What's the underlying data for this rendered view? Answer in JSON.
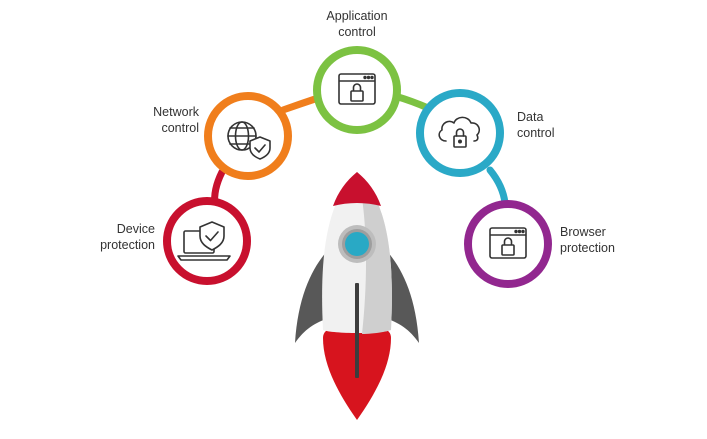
{
  "nodes": [
    {
      "id": "device",
      "label": [
        "Device",
        "protection"
      ],
      "color": "#c8102e",
      "icon": "laptop-shield-icon"
    },
    {
      "id": "network",
      "label": [
        "Network",
        "control"
      ],
      "color": "#f07e1c",
      "icon": "globe-shield-icon"
    },
    {
      "id": "application",
      "label": [
        "Application",
        "control"
      ],
      "color": "#7cc242",
      "icon": "window-lock-icon"
    },
    {
      "id": "data",
      "label": [
        "Data",
        "control"
      ],
      "color": "#2aa9c7",
      "icon": "cloud-lock-icon"
    },
    {
      "id": "browser",
      "label": [
        "Browser",
        "protection"
      ],
      "color": "#92278f",
      "icon": "browser-lock-icon"
    }
  ],
  "connectors": [
    {
      "from": "device",
      "to": "network"
    },
    {
      "from": "network",
      "to": "application"
    },
    {
      "from": "application",
      "to": "data"
    },
    {
      "from": "data",
      "to": "browser"
    }
  ],
  "rocket": {
    "body": "#f1f1f1",
    "shade": "#cfcfcf",
    "nose": "#c8102e",
    "porthole": "#29a9c5",
    "fins": "#585858",
    "flame": "#d7141e"
  }
}
